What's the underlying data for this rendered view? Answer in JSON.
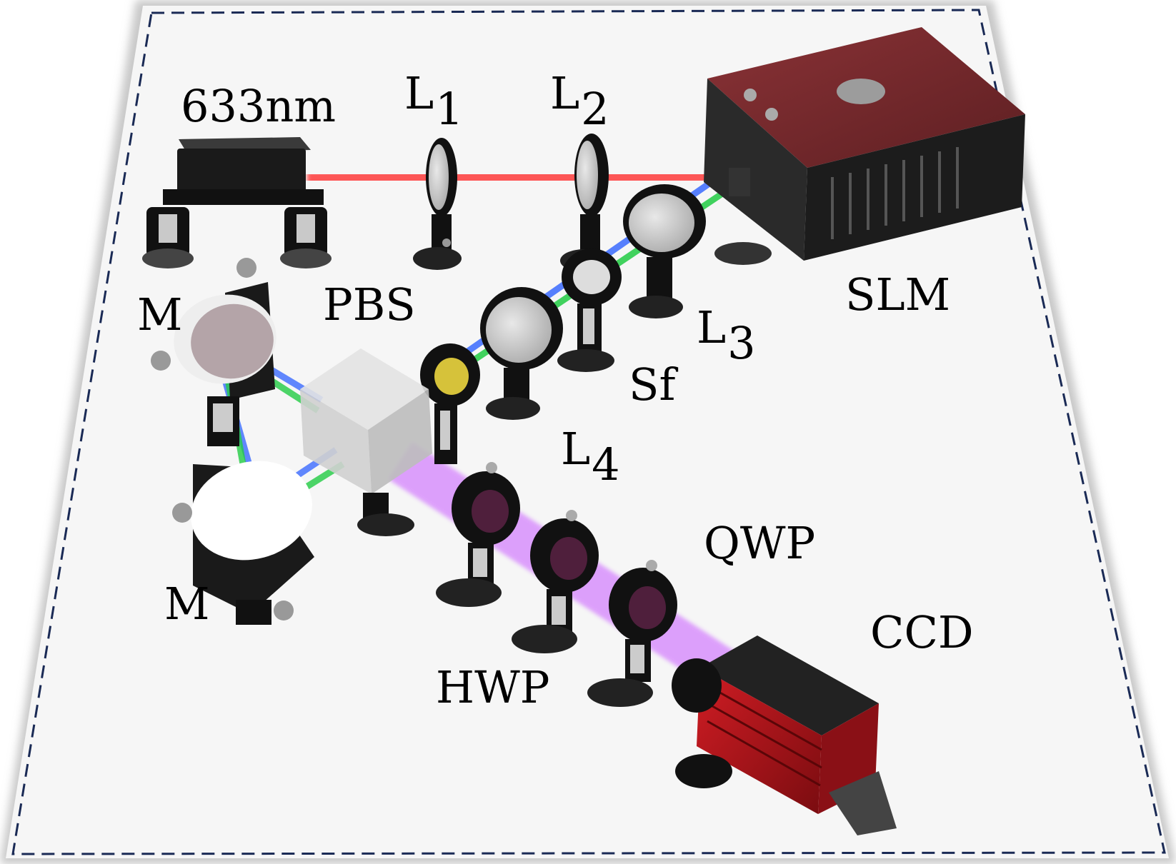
{
  "labels": {
    "laser": "633nm",
    "l1": {
      "main": "L",
      "sub": "1"
    },
    "l2": {
      "main": "L",
      "sub": "2"
    },
    "l3": {
      "main": "L",
      "sub": "3"
    },
    "l4": {
      "main": "L",
      "sub": "4"
    },
    "slm": "SLM",
    "pbs": "PBS",
    "mirror_top": "M",
    "mirror_bottom": "M",
    "sf": "Sf",
    "qwp": "QWP",
    "hwp": "HWP",
    "ccd": "CCD"
  },
  "colors": {
    "beam_red": "#ff3b3b",
    "beam_blue": "#3b6bff",
    "beam_green": "#22cc44",
    "beam_violet": "#cc66ff",
    "slm_body": "#7a2a2e",
    "ccd_body": "#b3141a",
    "table_border": "#1a2a55",
    "table_fill": "#f7f7f7"
  },
  "icons": [
    "laser-icon",
    "lens-icon",
    "slm-icon",
    "pbs-cube-icon",
    "mirror-icon",
    "waveplate-icon",
    "spatial-filter-icon",
    "ccd-camera-icon"
  ]
}
